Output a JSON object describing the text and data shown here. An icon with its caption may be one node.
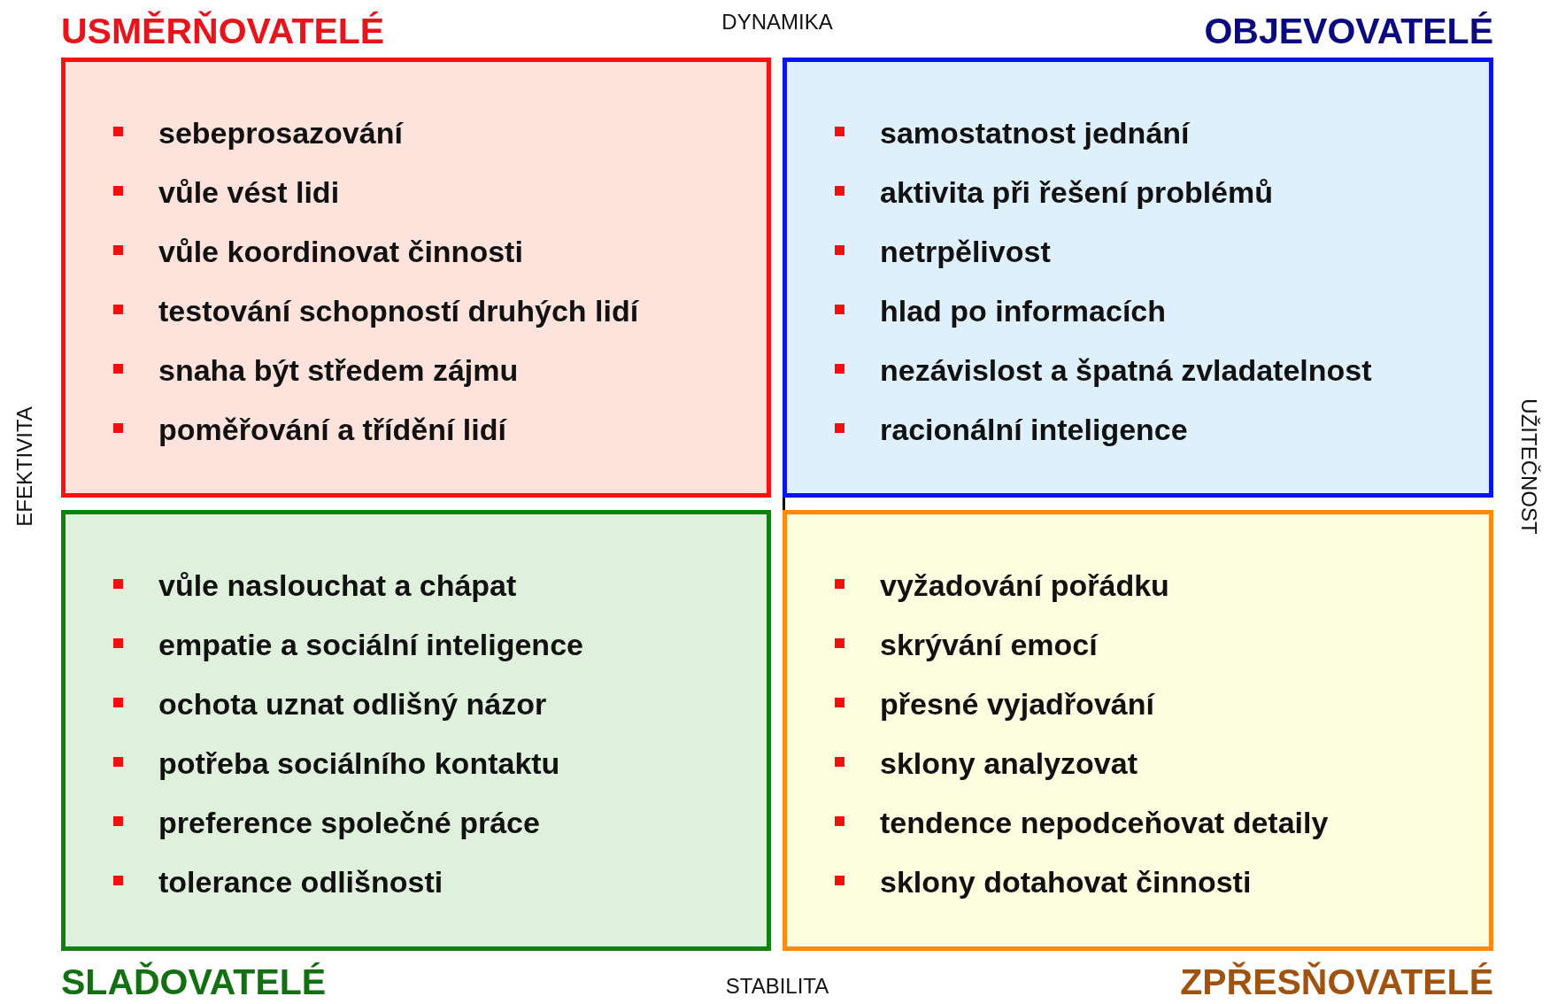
{
  "diagram": {
    "nodes": [
      {
        "text": [
          "USMĚRŇOVATELÉ",
          "sebeprosazování",
          "vůle vést lidi",
          "vůle koordinovat činnosti",
          "testování schopností druhých lidí",
          "snaha být středem zájmu",
          "poměřování a třídění lidí"
        ]
      },
      {
        "text": [
          "OBJEVOVATELÉ",
          "samostatnost jednání",
          "aktivita při řešení problémů",
          "netrpělivost",
          "hlad po informacích",
          "nezávislost a špatná zvladatelnost",
          "racionální inteligence"
        ]
      },
      {
        "text": [
          "SLAĎOVATELÉ",
          "vůle naslouchat a chápat",
          "empatie a sociální inteligence",
          "ochota uznat odlišný názor",
          "potřeba sociálního kontaktu",
          "preference společné práce",
          "tolerance odlišnosti"
        ]
      },
      {
        "text": [
          "ZPŘESŇOVATELÉ",
          "vyžadování pořádku",
          "skrývání emocí",
          "přesné vyjadřování",
          "sklony analyzovat",
          "tendence nepodceňovat detaily",
          "sklony dotahovat činnosti"
        ]
      }
    ],
    "labels": [
      "DYNAMIKA",
      "EFEKTIVITA",
      "UŽITEČNOST",
      "STABILITA"
    ]
  }
}
